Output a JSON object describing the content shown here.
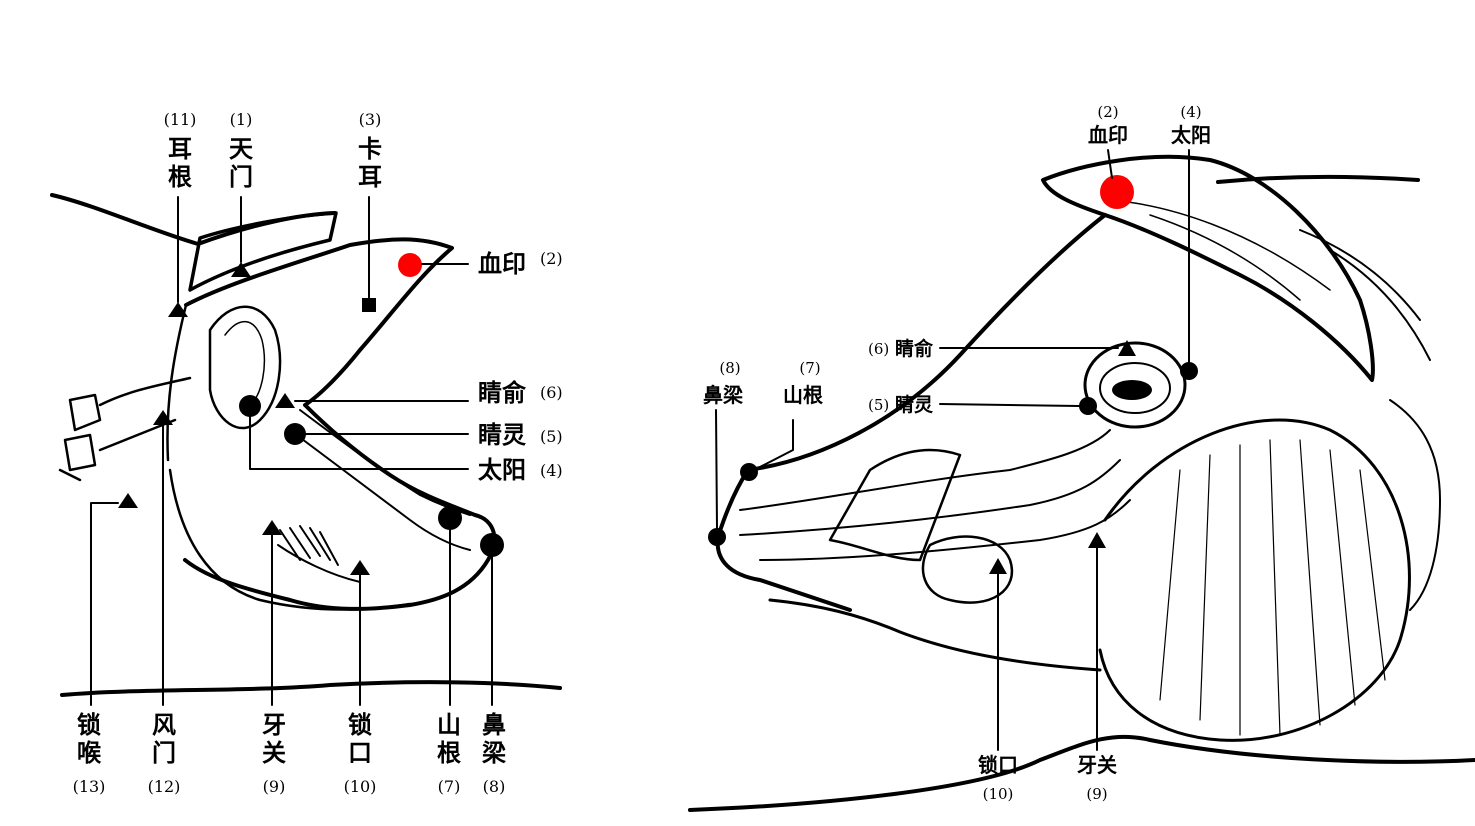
{
  "colors": {
    "line": "#000000",
    "highlight": "#ff0000",
    "background": "#ffffff"
  },
  "left_figure": {
    "er_gen": {
      "num": "(11)",
      "chars": [
        "耳",
        "根"
      ]
    },
    "tian_men": {
      "num": "(1)",
      "chars": [
        "天",
        "门"
      ]
    },
    "ka_er": {
      "num": "(3)",
      "chars": [
        "卡",
        "耳"
      ]
    },
    "xue_yin": {
      "num": "(2)",
      "text": "血印"
    },
    "jing_yu": {
      "num": "(6)",
      "text": "睛俞"
    },
    "jing_ling": {
      "num": "(5)",
      "text": "睛灵"
    },
    "tai_yang": {
      "num": "(4)",
      "text": "太阳"
    },
    "suo_hou": {
      "num": "(13)",
      "chars": [
        "锁",
        "喉"
      ]
    },
    "feng_men": {
      "num": "(12)",
      "chars": [
        "风",
        "门"
      ]
    },
    "ya_guan": {
      "num": "(9)",
      "chars": [
        "牙",
        "关"
      ]
    },
    "suo_kou": {
      "num": "(10)",
      "chars": [
        "锁",
        "口"
      ]
    },
    "shan_gen": {
      "num": "(7)",
      "chars": [
        "山",
        "根"
      ]
    },
    "bi_liang": {
      "num": "(8)",
      "chars": [
        "鼻",
        "梁"
      ]
    }
  },
  "right_figure": {
    "xue_yin": {
      "num": "(2)",
      "text": "血印"
    },
    "tai_yang": {
      "num": "(4)",
      "text": "太阳"
    },
    "bi_liang": {
      "num": "(8)",
      "text": "鼻梁"
    },
    "shan_gen": {
      "num": "(7)",
      "text": "山根"
    },
    "jing_yu": {
      "num": "(6)",
      "text": "睛俞"
    },
    "jing_ling": {
      "num": "(5)",
      "text": "睛灵"
    },
    "suo_kou": {
      "num": "(10)",
      "text": "锁口"
    },
    "ya_guan": {
      "num": "(9)",
      "text": "牙关"
    }
  }
}
